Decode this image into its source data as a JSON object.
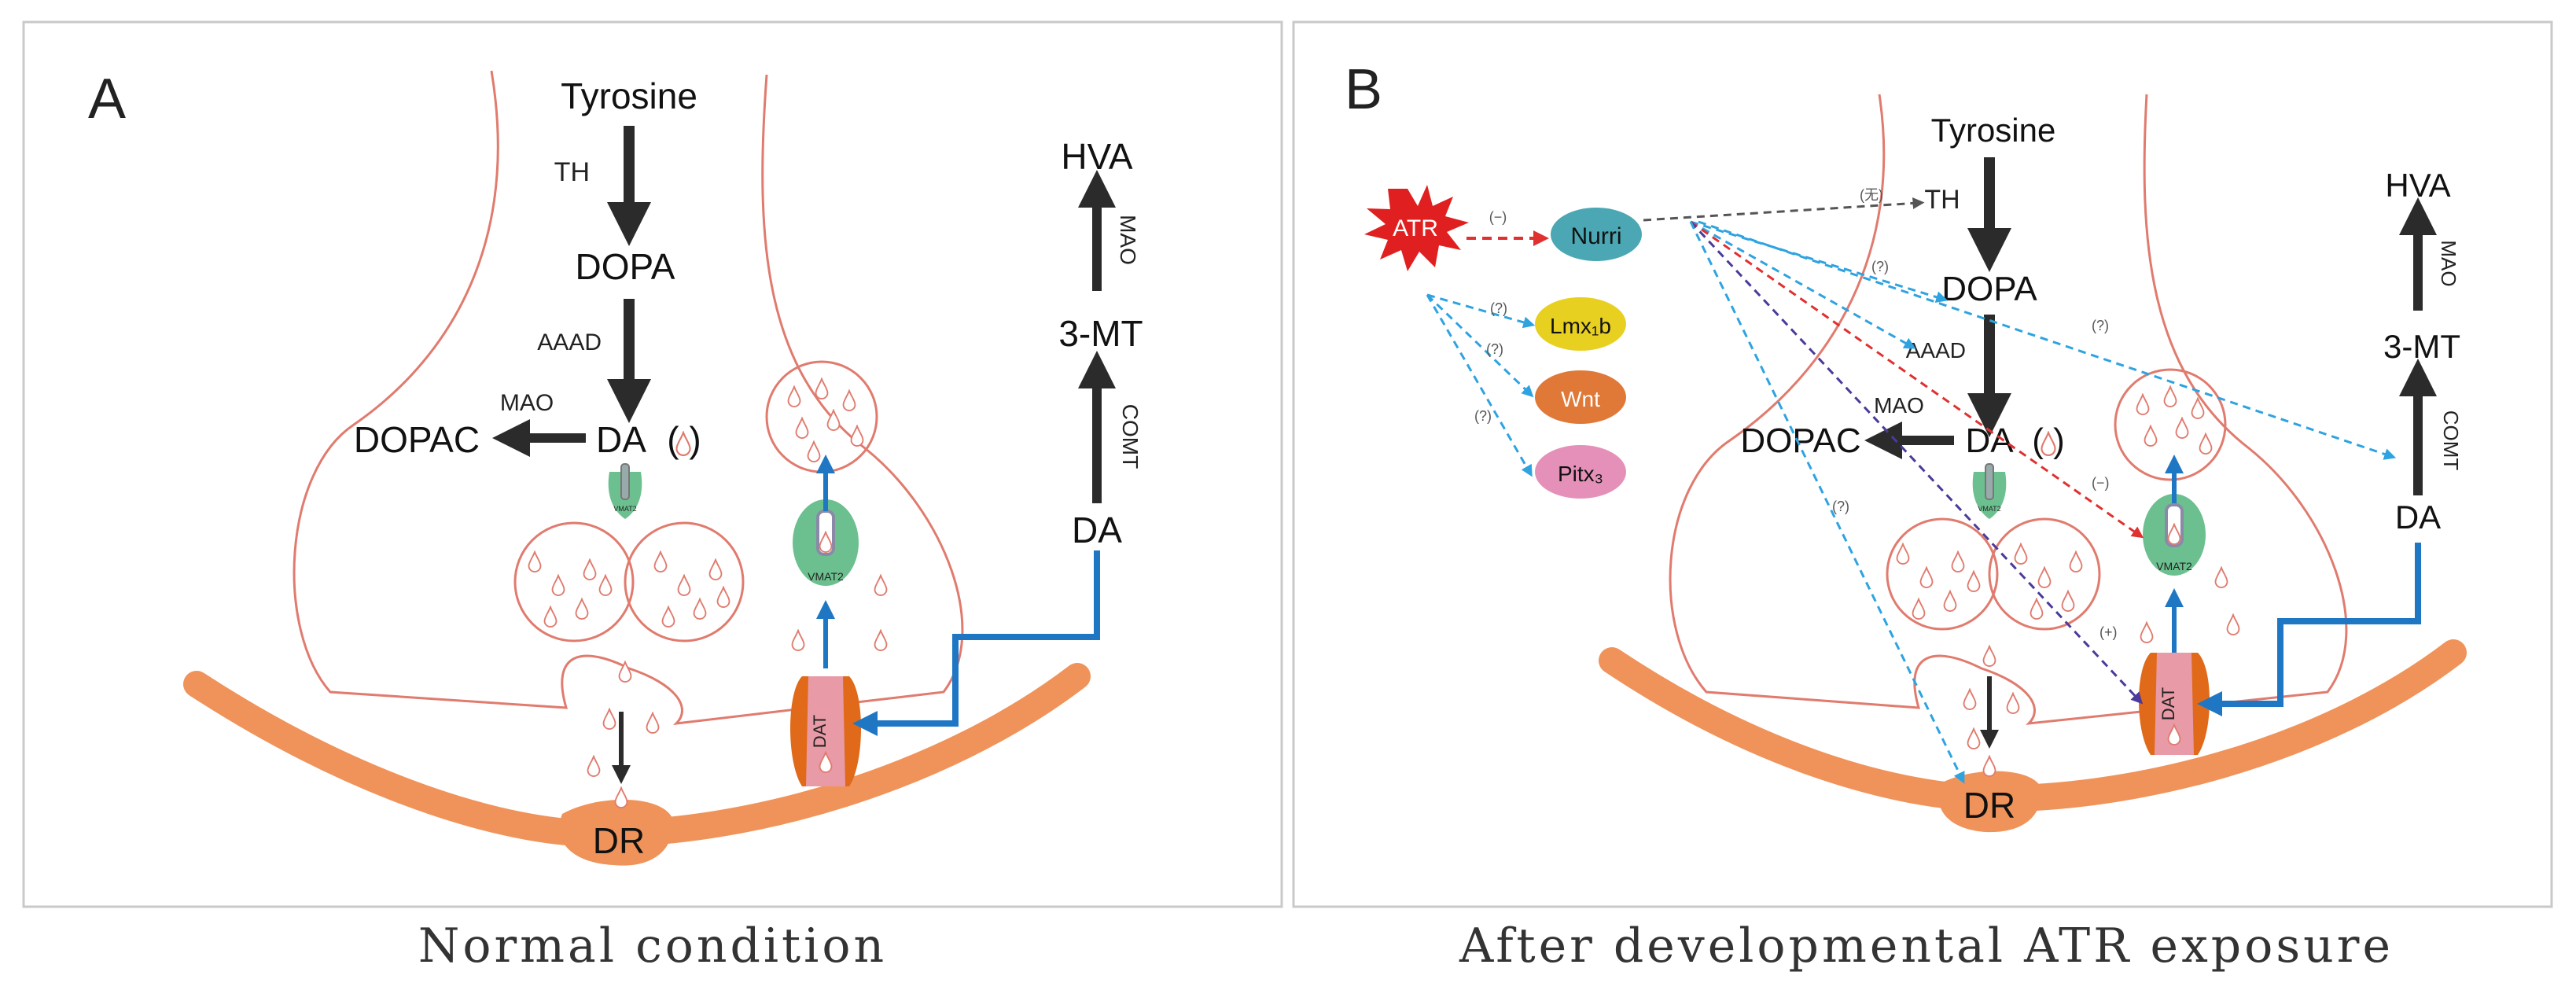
{
  "panel_a": {
    "label": "A",
    "caption": "Normal condition",
    "tyrosine": "Tyrosine",
    "th": "TH",
    "dopa": "DOPA",
    "aaad": "AAAD",
    "mao": "MAO",
    "dopac": "DOPAC",
    "da_center": "DA",
    "hva": "HVA",
    "mao_right": "MAO",
    "three_mt": "3-MT",
    "comt": "COMT",
    "da_right": "DA",
    "vmat2": "VMAT2",
    "vmat2_small": "VMAT2",
    "dat": "DAT",
    "dr": "DR"
  },
  "panel_b": {
    "label": "B",
    "caption": "After developmental ATR exposure",
    "atr": "ATR",
    "nurri": "Nurri",
    "lmx": "Lmx₁b",
    "wnt": "Wnt",
    "pitx": "Pitx₃",
    "minus": "(−)",
    "q": "(?)",
    "no_effect": "(无)",
    "plus": "(+)",
    "tyrosine": "Tyrosine",
    "th": "TH",
    "dopa": "DOPA",
    "aaad": "AAAD",
    "mao": "MAO",
    "dopac": "DOPAC",
    "da_center": "DA",
    "hva": "HVA",
    "mao_right": "MAO",
    "three_mt": "3-MT",
    "comt": "COMT",
    "da_right": "DA",
    "vmat2": "VMAT2",
    "vmat2_small": "VMAT2",
    "dat": "DAT",
    "dr": "DR"
  },
  "colors": {
    "membrane": "#e07b6e",
    "orange": "#f0935a",
    "orange_dark": "#e06a1a",
    "green": "#6cc08f",
    "pink": "#e89aa6",
    "blue": "#1f77c4",
    "light_blue": "#2ea3e0",
    "red_dash": "#e03030",
    "purple_dash": "#4a3a9a",
    "arrow": "#2b2b2b",
    "atr_red": "#e02020"
  }
}
